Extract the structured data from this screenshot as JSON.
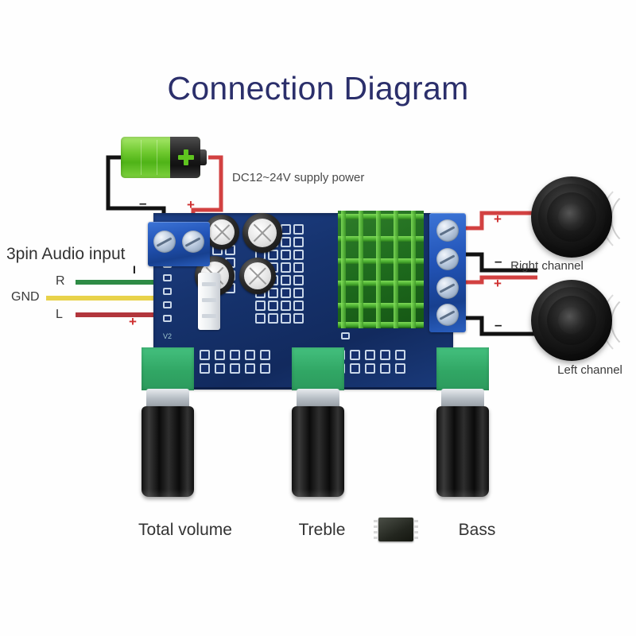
{
  "page": {
    "title": "Connection Diagram",
    "title_color": "#2b2f6b",
    "background": "#fefefe"
  },
  "labels": {
    "supply_power": "DC12~24V supply power",
    "audio_input": "3pin Audio input",
    "wire_r": "R",
    "wire_gnd": "GND",
    "wire_l": "L",
    "right_channel": "Right channel",
    "left_channel": "Left channel",
    "knob_volume": "Total volume",
    "knob_treble": "Treble",
    "knob_bass": "Bass",
    "board_marking": "V2"
  },
  "polarity": {
    "battery_negative": "–",
    "battery_positive": "+",
    "jack_pin": "I",
    "jack_plus": "+",
    "out_right_plus": "+",
    "out_right_minus": "–",
    "out_left_plus": "+",
    "out_left_minus": "–"
  },
  "colors": {
    "wire_positive": "#d24141",
    "wire_negative": "#121212",
    "wire_audio_r": "#2e8b45",
    "wire_audio_gnd": "#e8d24a",
    "wire_audio_l": "#b2363c",
    "pcb_blue": "#16336e",
    "heatsink_green": "#49ad2f",
    "terminal_blue": "#2254b8",
    "pot_green": "#31a765",
    "battery_green": "#6fc92f"
  },
  "components": {
    "battery": "battery-icon",
    "power_terminal": "2-pin-screw-terminal",
    "audio_connector": "3-pin-jst-connector",
    "heatsink": "finned-heatsink",
    "output_terminal": "4-pin-screw-terminal",
    "amplifier_ic": "soic-8-chip",
    "capacitor_count": 4,
    "potentiometer_count": 3,
    "speaker_count": 2
  }
}
